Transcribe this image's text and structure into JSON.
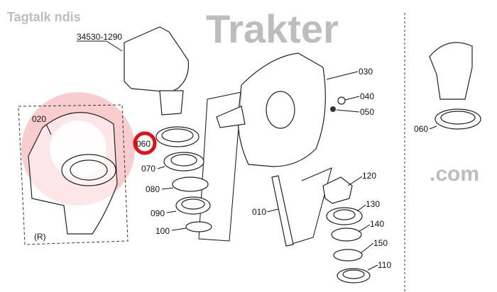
{
  "diagram": {
    "assembly_part_number": "34530-1290",
    "section_label": "(R)",
    "highlighted_part": "060",
    "highlight_color": "#e0101a",
    "parts": {
      "p010": "010",
      "p020": "020",
      "p030": "030",
      "p040": "040",
      "p050": "050",
      "p060": "060",
      "p060_inset": "060",
      "p070": "070",
      "p080": "080",
      "p090": "090",
      "p100": "100",
      "p110": "110",
      "p120": "120",
      "p130": "130",
      "p140": "140",
      "p150": "150"
    }
  },
  "watermark": {
    "brand": "Trakter",
    "domain": ".com",
    "tagline": "Tagtalk ndis"
  }
}
